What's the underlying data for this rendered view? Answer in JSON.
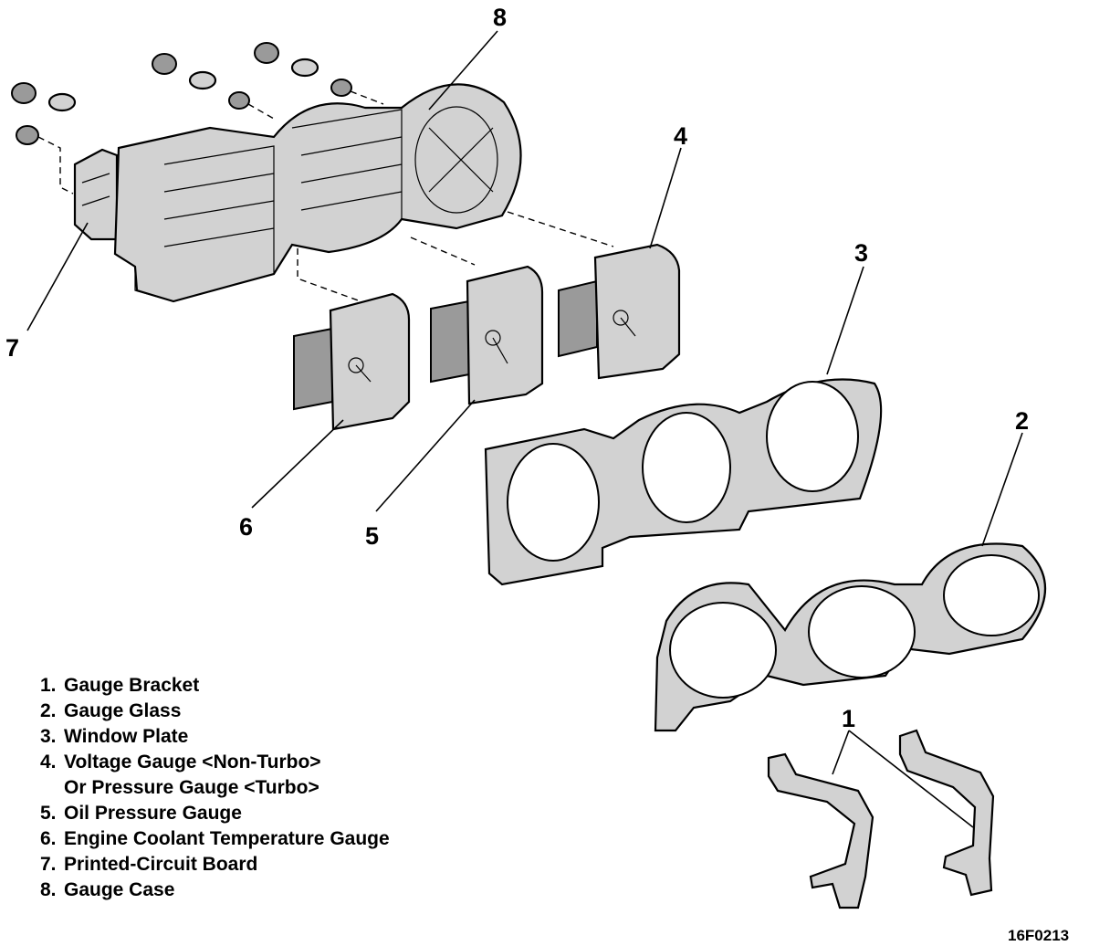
{
  "callouts": [
    "8",
    "4",
    "3",
    "7",
    "2",
    "6",
    "5",
    "1"
  ],
  "legend": [
    {
      "num": "1.",
      "text": "Gauge Bracket"
    },
    {
      "num": "2.",
      "text": "Gauge Glass"
    },
    {
      "num": "3.",
      "text": "Window Plate"
    },
    {
      "num": "4.",
      "text": "Voltage Gauge <Non-Turbo>"
    },
    {
      "num": "",
      "text": "Or Pressure Gauge <Turbo>"
    },
    {
      "num": "5.",
      "text": "Oil Pressure Gauge"
    },
    {
      "num": "6.",
      "text": "Engine Coolant Temperature Gauge"
    },
    {
      "num": "7.",
      "text": "Printed-Circuit Board"
    },
    {
      "num": "8.",
      "text": "Gauge Case"
    }
  ],
  "figure_code": "16F0213"
}
